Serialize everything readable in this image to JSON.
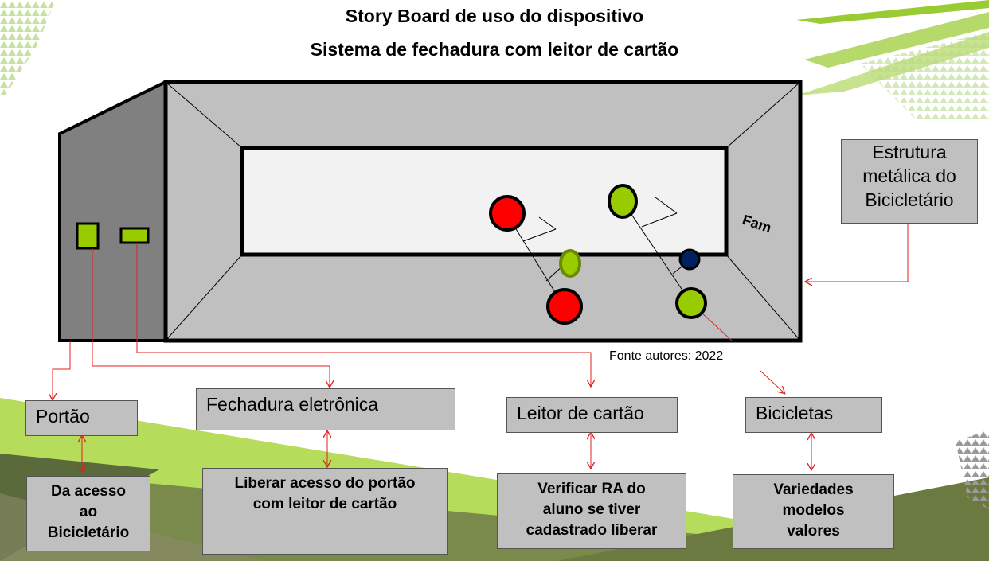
{
  "title_line1": "Story Board de uso do dispositivo",
  "title_line2": "Sistema de fechadura com leitor de cartão",
  "device_mark": "Fam",
  "source": "Fonte autores: 2022",
  "side_label": [
    "Estrutura",
    "metálica do",
    "Bicicletário"
  ],
  "components": [
    {
      "label": "Portão",
      "description": [
        "Da acesso",
        "ao",
        "Bicicletário"
      ]
    },
    {
      "label": "Fechadura eletrônica",
      "description": [
        "Liberar acesso do portão",
        "com leitor de cartão"
      ]
    },
    {
      "label": "Leitor de cartão",
      "description": [
        "Verificar  RA  do",
        "aluno  se tiver",
        "cadastrado  liberar"
      ]
    },
    {
      "label": "Bicicletas",
      "description": [
        "Variedades",
        "modelos",
        "valores"
      ]
    }
  ],
  "colors": {
    "red": "#ff0000",
    "green": "#99cc00",
    "navy": "#002060",
    "box": "#c0c0c0",
    "arrow": "#e02020"
  }
}
